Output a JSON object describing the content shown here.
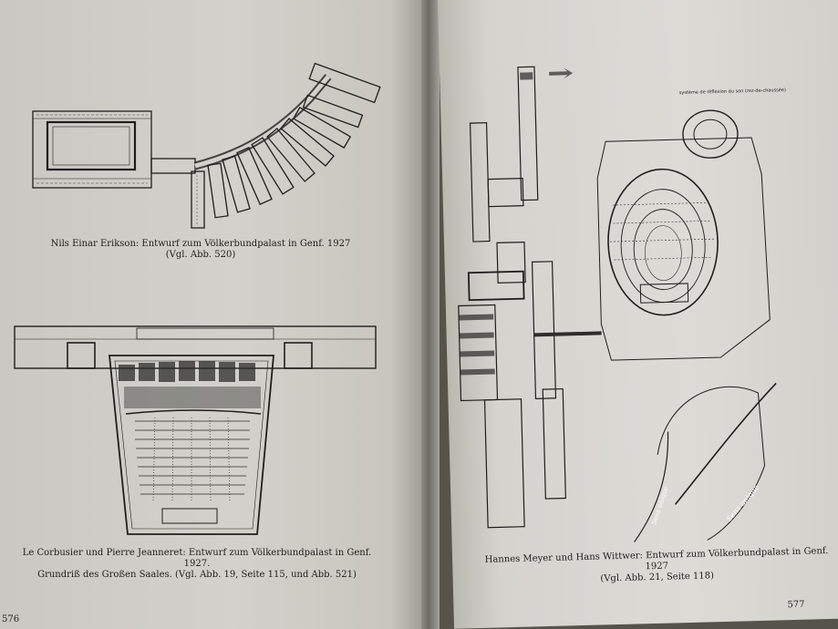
{
  "left_page": {
    "caption1": {
      "line1": "Nils Einar Erikson: Entwurf zum Völkerbundpalast in Genf. 1927",
      "line2": "(Vgl. Abb. 520)"
    },
    "caption2": {
      "line1": "Le Corbusier und Pierre Jeanneret: Entwurf zum Völkerbundpalast in Genf. 1927.",
      "line2": "Grundriß des Großen Saales. (Vgl. Abb. 19, Seite 115, und Abb. 521)"
    },
    "page_number": "576"
  },
  "right_page": {
    "plan_labels": {
      "label1": "système de réflexion du son",
      "label2": "(rez-de-chaussée)",
      "river_label1": "Sens unique",
      "river_label2": "Sens unique"
    },
    "caption": {
      "line1": "Hannes Meyer und Hans Wittwer: Entwurf zum Völkerbundpalast in Genf. 1927",
      "line2": "(Vgl. Abb. 21, Seite 118)"
    },
    "page_number": "577"
  }
}
